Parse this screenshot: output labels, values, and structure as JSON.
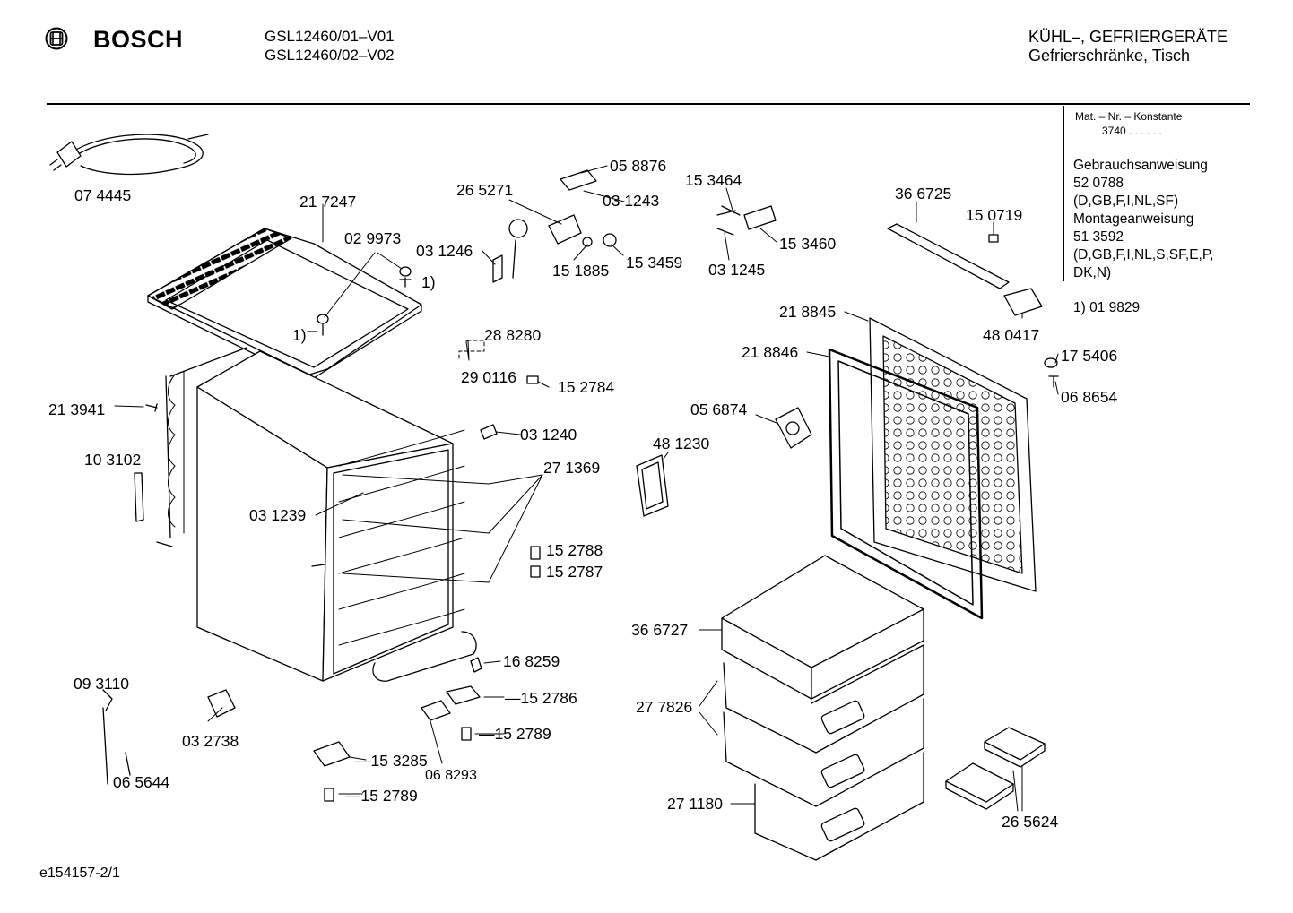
{
  "header": {
    "brand": "BOSCH",
    "models": [
      "GSL12460/01–V01",
      "GSL12460/02–V02"
    ],
    "category": "KÜHL–, GEFRIERGERÄTE",
    "subcategory": "Gefrierschränke, Tisch"
  },
  "info": {
    "mat_label": "Mat. – Nr. – Konstante",
    "mat_value": "3740  .  .  .  .  .  .",
    "lines": [
      "Gebrauchsanweisung",
      "52 0788",
      "(D,GB,F,I,NL,SF)",
      "Montageanweisung",
      "51 3592",
      "(D,GB,F,I,NL,S,SF,E,P,",
      "DK,N)"
    ],
    "footnote": "1)  01 9829"
  },
  "parts": [
    "07 4445",
    "21 7247",
    "02 9973",
    "1)",
    "1)",
    "26 5271",
    "05 8876",
    "03 1243",
    "03 1246",
    "15 1885",
    "15 3459",
    "15 3464",
    "15 3460",
    "03 1245",
    "36 6725",
    "15 0719",
    "48 0417",
    "21 8845",
    "21 8846",
    "17 5406",
    "06 8654",
    "28 8280",
    "29 0116",
    "15 2784",
    "21 3941",
    "03 1240",
    "05 6874",
    "48 1230",
    "10 3102",
    "27 1369",
    "03 1239",
    "15 2788",
    "15 2787",
    "36 6727",
    "16 8259",
    "—15 2786",
    "27 7826",
    "09 3110",
    "03 2738",
    "—15 2789",
    "06 5644",
    "—15 3285",
    "06 8293",
    "—15 2789",
    "27 1180",
    "26 5624"
  ],
  "footer": {
    "code": "e154157-2/1"
  }
}
